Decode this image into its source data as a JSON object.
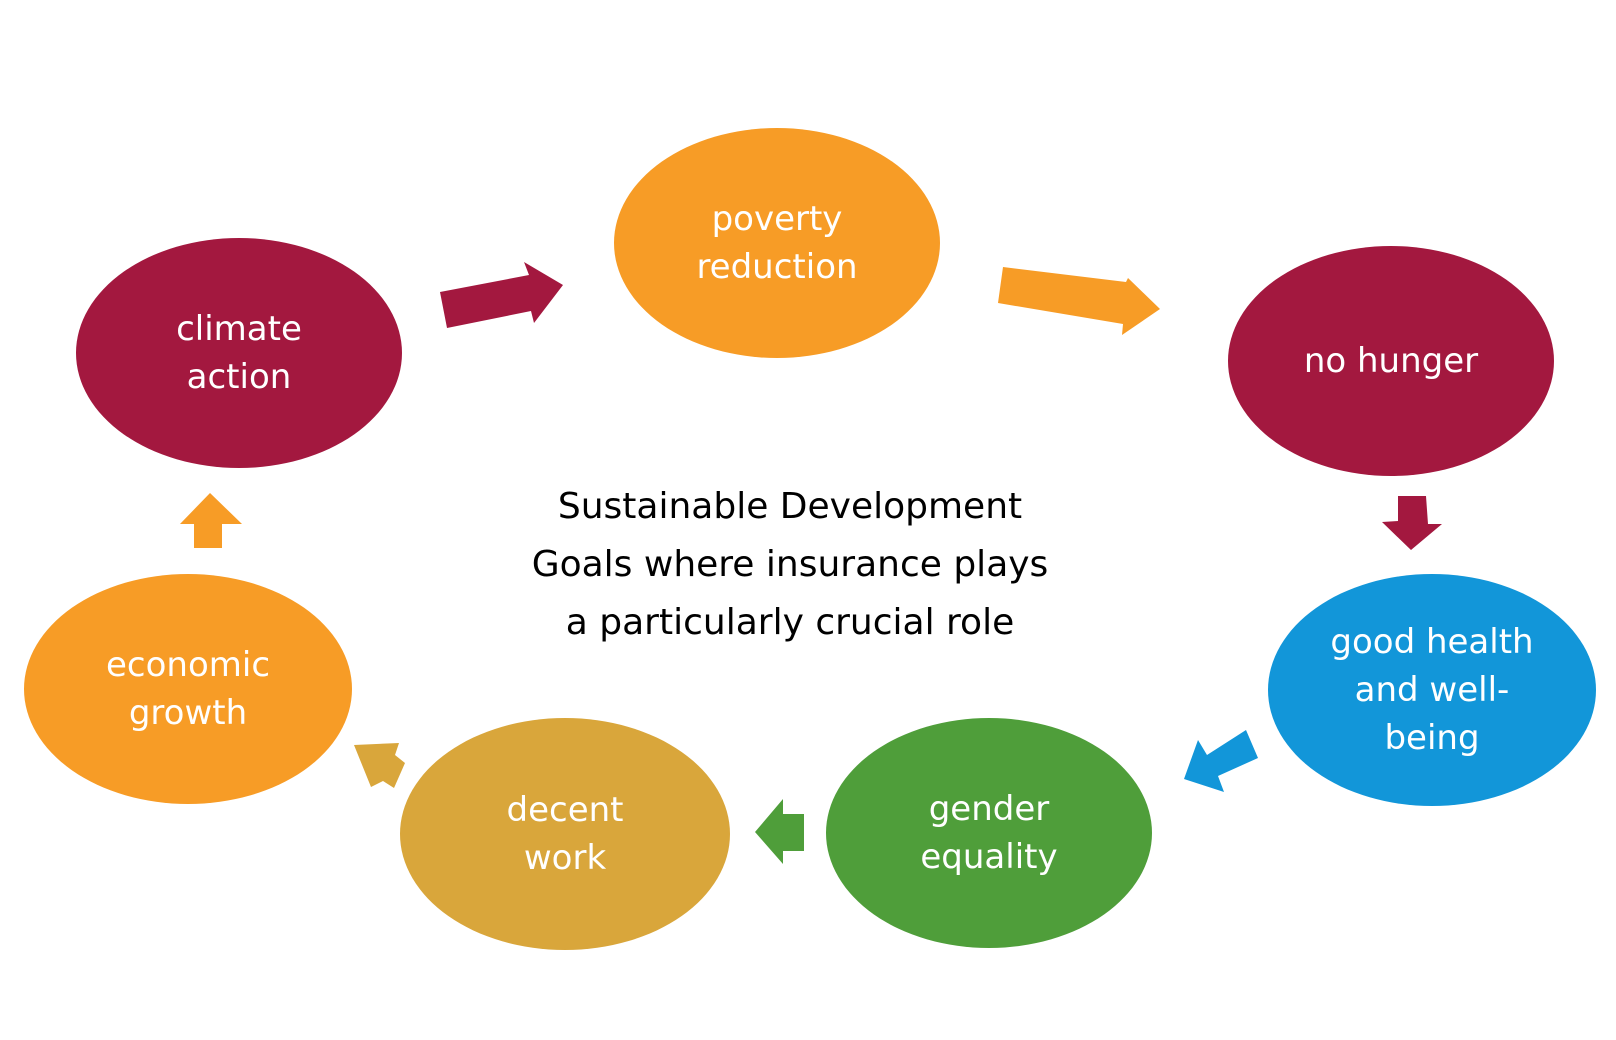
{
  "diagram": {
    "centre_text": "Sustainable Development\nGoals where insurance plays\na particularly crucial role",
    "nodes": [
      {
        "id": "climate",
        "label": "climate\naction",
        "color": "#A3183F"
      },
      {
        "id": "poverty",
        "label": "poverty\nreduction",
        "color": "#F79C26"
      },
      {
        "id": "hunger",
        "label": "no hunger",
        "color": "#A3183F"
      },
      {
        "id": "health",
        "label": "good health\nand well-\nbeing",
        "color": "#1296D9"
      },
      {
        "id": "gender",
        "label": "gender\nequality",
        "color": "#4F9E3A"
      },
      {
        "id": "work",
        "label": "decent\nwork",
        "color": "#D9A63B"
      },
      {
        "id": "economic",
        "label": "economic\ngrowth",
        "color": "#F79C26"
      }
    ],
    "arrows": [
      {
        "from": "climate",
        "to": "poverty",
        "color": "#A3183F"
      },
      {
        "from": "poverty",
        "to": "hunger",
        "color": "#F79C26"
      },
      {
        "from": "hunger",
        "to": "health",
        "color": "#A3183F"
      },
      {
        "from": "health",
        "to": "gender",
        "color": "#1296D9"
      },
      {
        "from": "gender",
        "to": "work",
        "color": "#4F9E3A"
      },
      {
        "from": "work",
        "to": "economic",
        "color": "#D9A63B"
      },
      {
        "from": "economic",
        "to": "climate",
        "color": "#F79C26"
      }
    ]
  }
}
